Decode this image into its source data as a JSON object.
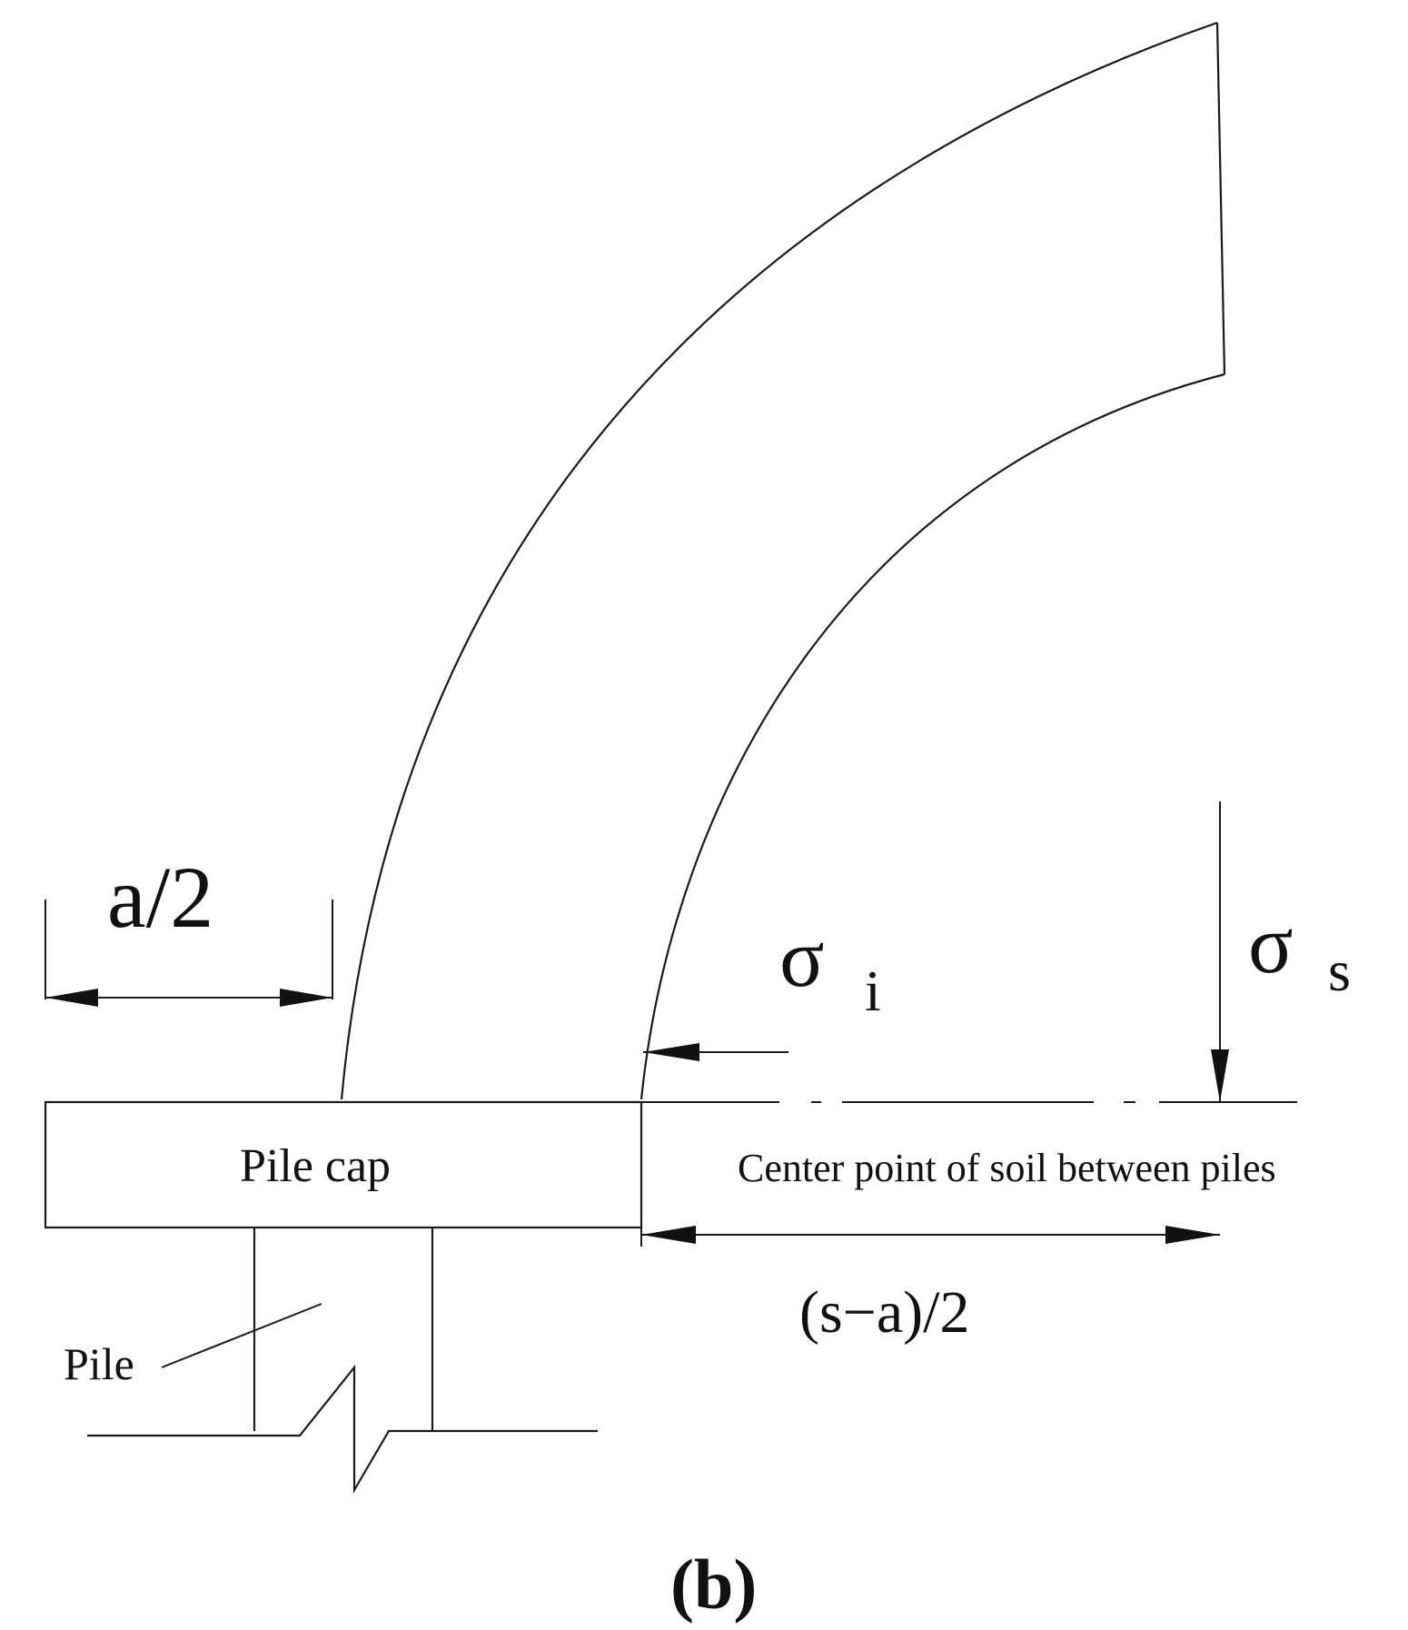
{
  "labels": {
    "half_width": "a/2",
    "sigma": "σ",
    "sigma_i_sub": "i",
    "sigma_s_sub": "s",
    "pile_cap": "Pile cap",
    "center_point": "Center point of soil between piles",
    "half_spacing": "(s−a)/2",
    "pile": "Pile",
    "panel": "(b)"
  },
  "colors": {
    "stroke": "#1a1a1a",
    "text": "#111111",
    "background": "#ffffff"
  }
}
